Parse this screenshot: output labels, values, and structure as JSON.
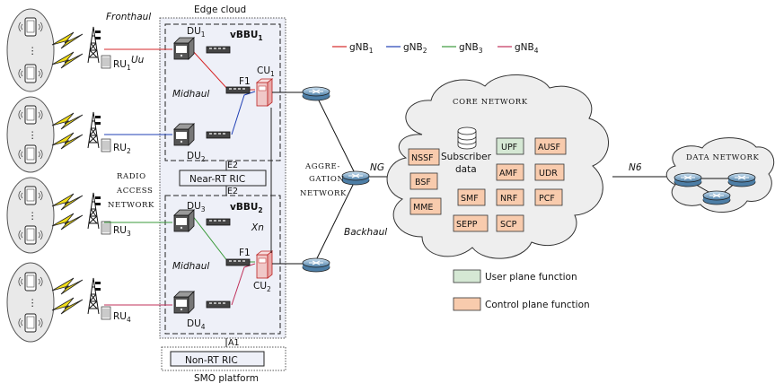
{
  "labels": {
    "fronthaul": "Fronthaul",
    "edge_cloud": "Edge cloud",
    "uu": "Uu",
    "midhaul_top": "Midhaul",
    "midhaul_bottom": "Midhaul",
    "f1_top": "F1",
    "f1_bottom": "F1",
    "xn": "Xn",
    "e2_top": "E2",
    "e2_bottom": "E2",
    "a1": "A1",
    "ng": "NG",
    "n6": "N6",
    "backhaul": "Backhaul",
    "near_rt_ric": "Near-RT RIC",
    "non_rt_ric": "Non-RT RIC",
    "smo_platform": "SMO platform",
    "radio_access_network": [
      "RADIO",
      "ACCESS",
      "NETWORK"
    ],
    "aggregation_network": [
      "AGGRE-",
      "GATION",
      "NETWORK"
    ],
    "core_network": "CORE NETWORK",
    "data_network": "DATA NETWORK",
    "subscriber_data": [
      "Subscriber",
      "data"
    ]
  },
  "vbbu": [
    {
      "name": "vBBU",
      "sub": "1"
    },
    {
      "name": "vBBU",
      "sub": "2"
    }
  ],
  "du": [
    {
      "name": "DU",
      "sub": "1"
    },
    {
      "name": "DU",
      "sub": "2"
    },
    {
      "name": "DU",
      "sub": "3"
    },
    {
      "name": "DU",
      "sub": "4"
    }
  ],
  "cu": [
    {
      "name": "CU",
      "sub": "1"
    },
    {
      "name": "CU",
      "sub": "2"
    }
  ],
  "ru": [
    {
      "name": "RU",
      "sub": "1"
    },
    {
      "name": "RU",
      "sub": "2"
    },
    {
      "name": "RU",
      "sub": "3"
    },
    {
      "name": "RU",
      "sub": "4"
    }
  ],
  "legend": [
    {
      "name": "gNB",
      "sub": "1",
      "color": "#d62728"
    },
    {
      "name": "gNB",
      "sub": "2",
      "color": "#1f3fb4"
    },
    {
      "name": "gNB",
      "sub": "3",
      "color": "#3a9a3a"
    },
    {
      "name": "gNB",
      "sub": "4",
      "color": "#c0305a"
    }
  ],
  "core_functions": {
    "user_plane": [
      "UPF"
    ],
    "control_plane": [
      "AUSF",
      "NSSF",
      "AMF",
      "UDR",
      "BSF",
      "SMF",
      "NRF",
      "PCF",
      "MME",
      "SEPP",
      "SCP"
    ]
  },
  "function_legend": {
    "user_plane": "User plane function",
    "control_plane": "Control plane function"
  },
  "colors": {
    "user_plane": "#d5e8d4",
    "control_plane": "#f8cbad",
    "edge_box": "#eef0f8",
    "cloud": "#eeeeee"
  }
}
